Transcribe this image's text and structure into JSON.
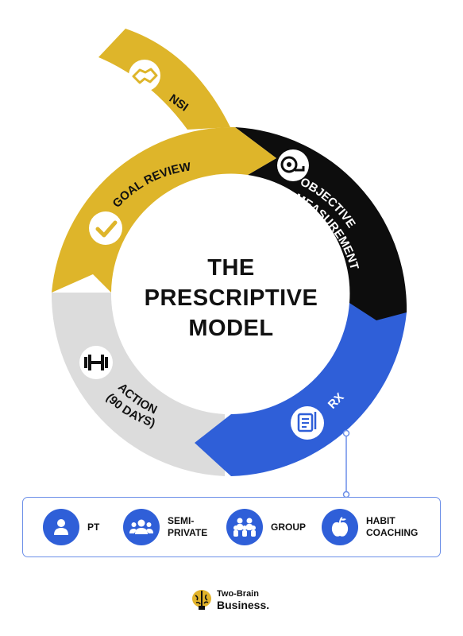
{
  "diagram": {
    "title_lines": [
      "THE",
      "PRESCRIPTIVE",
      "MODEL"
    ],
    "segments": {
      "nsi": "NSI",
      "goal_review": "GOAL REVIEW",
      "objective_measurement": [
        "OBJECTIVE",
        "MEASUREMENT"
      ],
      "rx": "RX",
      "action": "ACTION",
      "action_sub": "(90 DAYS)"
    },
    "colors": {
      "gold": "#deb52a",
      "black": "#0d0d0d",
      "blue": "#2f5fd8",
      "gray": "#dcdcdc"
    }
  },
  "services": [
    {
      "label": "PT",
      "icon": "person-icon"
    },
    {
      "label": "SEMI-\nPRIVATE",
      "icon": "small-group-icon"
    },
    {
      "label": "GROUP",
      "icon": "group-icon"
    },
    {
      "label": "HABIT\nCOACHING",
      "icon": "apple-icon"
    }
  ],
  "logo": {
    "line1": "Two-Brain",
    "line2": "Business."
  }
}
